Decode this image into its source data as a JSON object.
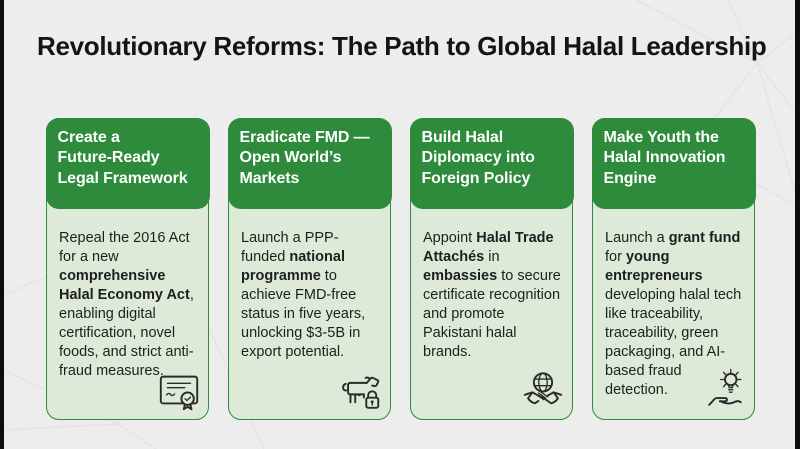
{
  "title": "Revolutionary Reforms: The Path to Global Halal Leadership",
  "colors": {
    "header_green": "#2e8b3c",
    "body_green": "#dcead7",
    "card_border": "#2f8c3e",
    "background": "#ededed",
    "title_text": "#141414",
    "body_text": "#1f1f1f",
    "edge_bar": "#0d0d0d",
    "icon_stroke": "#2b2b2b"
  },
  "cards": [
    {
      "title": "Create a\nFuture-Ready\nLegal Framework",
      "body": [
        {
          "text": "Repeal the 2016 Act for a new ",
          "bold": false
        },
        {
          "text": "comprehensive Halal Economy Act",
          "bold": true
        },
        {
          "text": ", enabling digital certification, novel foods, and strict anti-fraud measures.",
          "bold": false
        }
      ],
      "icon": "certificate"
    },
    {
      "title": "Eradicate FMD —\nOpen World’s\nMarkets",
      "body": [
        {
          "text": "Launch a PPP-funded ",
          "bold": false
        },
        {
          "text": "national programme",
          "bold": true
        },
        {
          "text": " to achieve FMD-free status in five years, unlocking $3-5B in export potential.",
          "bold": false
        }
      ],
      "icon": "cow-lock"
    },
    {
      "title": "Build Halal\nDiplomacy into\nForeign Policy",
      "body": [
        {
          "text": "Appoint ",
          "bold": false
        },
        {
          "text": "Halal Trade Attachés",
          "bold": true
        },
        {
          "text": " in ",
          "bold": false
        },
        {
          "text": "embassies",
          "bold": true
        },
        {
          "text": " to secure certificate recognition and promote Pakistani halal brands.",
          "bold": false
        }
      ],
      "icon": "globe-handshake"
    },
    {
      "title": "Make Youth the\nHalal Innovation\nEngine",
      "body": [
        {
          "text": "Launch a ",
          "bold": false
        },
        {
          "text": "grant fund",
          "bold": true
        },
        {
          "text": " for ",
          "bold": false
        },
        {
          "text": "young entrepreneurs",
          "bold": true
        },
        {
          "text": " developing halal tech like traceability, traceability, green packaging, and AI-based fraud detection.",
          "bold": false
        }
      ],
      "icon": "bulb-hand"
    }
  ]
}
